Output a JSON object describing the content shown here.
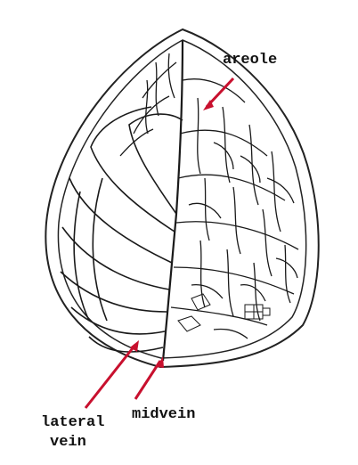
{
  "labels": {
    "areole": "areole",
    "midvein": "midvein",
    "lateral_vein_line1": "lateral",
    "lateral_vein_line2": "vein"
  },
  "colors": {
    "arrow": "#c8102e",
    "outline": "#222222",
    "vein": "#1a1a1a",
    "background": "#ffffff"
  }
}
